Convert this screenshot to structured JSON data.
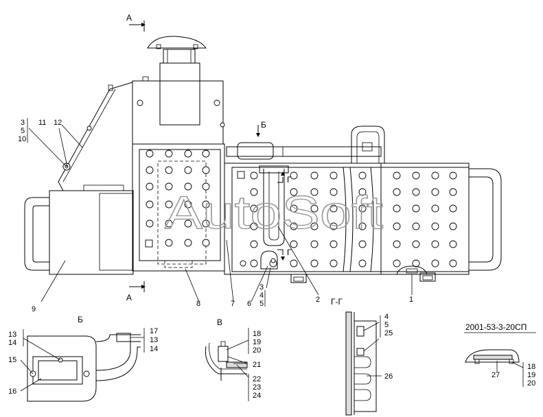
{
  "document": {
    "code": "2001-53-3-20СП",
    "watermark": "AutoSoft",
    "section_markers": {
      "a_top": "А",
      "a_bottom": "А",
      "b_arrow": "Б",
      "g_top": "Г",
      "g_bottom": "Г"
    },
    "main_callouts": {
      "c1": "1",
      "c2": "2",
      "c3": "3",
      "c4": "4",
      "c5": "5",
      "c6": "6",
      "c7": "7",
      "c8": "8",
      "c9": "9",
      "c10": "10",
      "c11": "11",
      "c12": "12",
      "c3b": "3",
      "c5b": "5"
    },
    "view_b": {
      "title": "Б",
      "labels": [
        "13",
        "14",
        "15",
        "16",
        "17",
        "13",
        "14"
      ]
    },
    "view_v": {
      "title": "В",
      "labels": [
        "18",
        "19",
        "20",
        "21",
        "22",
        "23",
        "24"
      ]
    },
    "section_gg": {
      "title": "Г-Г",
      "labels": [
        "4",
        "5",
        "25",
        "26"
      ]
    },
    "detail_27": {
      "labels": [
        "27",
        "18",
        "19",
        "20"
      ]
    }
  }
}
